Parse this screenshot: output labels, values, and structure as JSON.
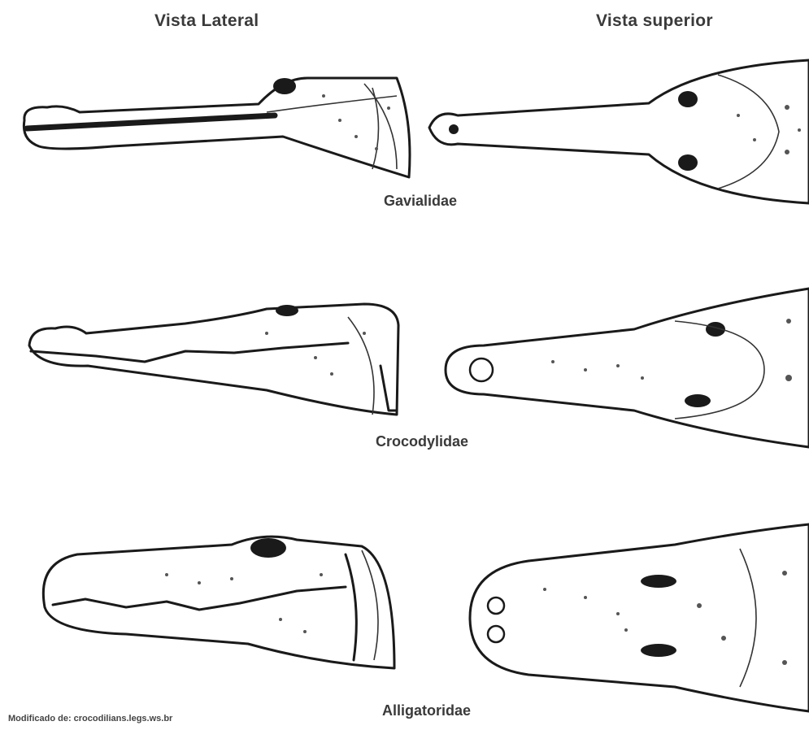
{
  "columns": {
    "left": "Vista Lateral",
    "right": "Vista superior"
  },
  "families": [
    {
      "label": "Gavialidae",
      "lateral_icon": "gavialidae-lateral-skull",
      "superior_icon": "gavialidae-superior-skull"
    },
    {
      "label": "Crocodylidae",
      "lateral_icon": "crocodylidae-lateral-skull",
      "superior_icon": "crocodylidae-superior-skull"
    },
    {
      "label": "Alligatoridae",
      "lateral_icon": "alligatoridae-lateral-skull",
      "superior_icon": "alligatoridae-superior-skull"
    }
  ],
  "credit": "Modificado de: crocodilians.legs.ws.br"
}
